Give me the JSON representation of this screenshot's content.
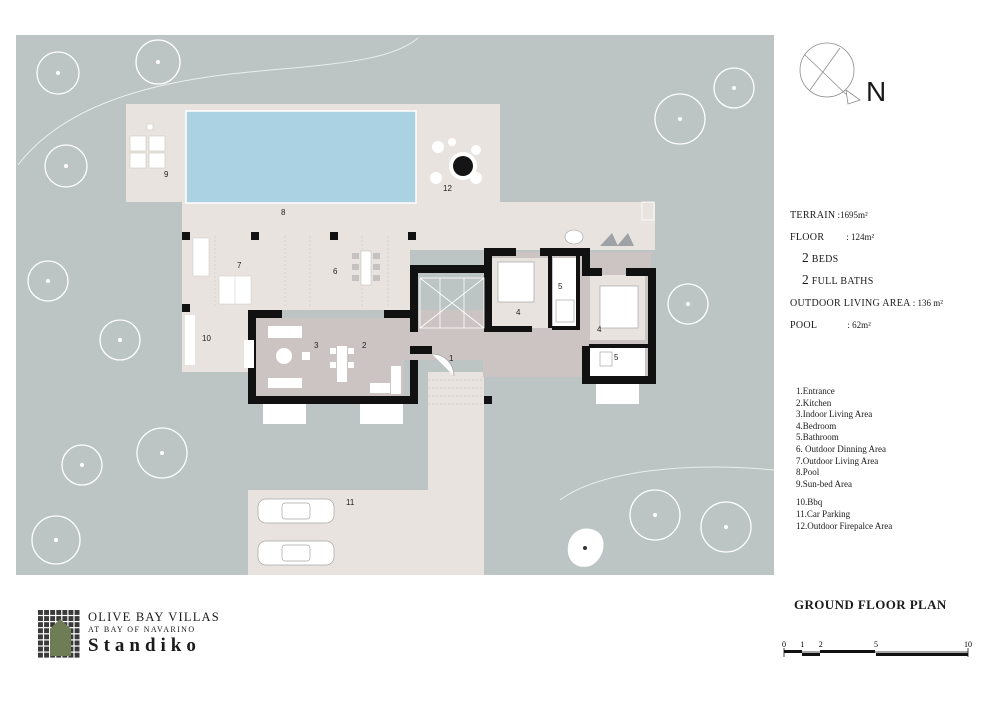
{
  "title": "GROUND FLOOR PLAN",
  "north_label": "N",
  "stats": {
    "terrain": {
      "label": "Terrain",
      "value": ":1695m²"
    },
    "floor": {
      "label": "Floor",
      "value": ": 124m²"
    },
    "beds": {
      "number": "2",
      "label": "beds"
    },
    "baths": {
      "number": "2",
      "label": "full baths"
    },
    "outdoor": {
      "label": "Outdoor living area",
      "value": ": 136 m²"
    },
    "pool": {
      "label": "Pool",
      "value": ": 62m²"
    }
  },
  "legend": [
    "1.Entrance",
    "2.Kitchen",
    "3.Indoor Living Area",
    "4.Bedroom",
    "5.Bathroom",
    "6. Outdoor Dinning Area",
    "7.Outdoor Living Area",
    "8.Pool",
    "9.Sun-bed  Area",
    "10.Bbq",
    "11.Car Parking",
    "12.Outdoor Firepalce Area"
  ],
  "plan_numbers": {
    "entrance": "1",
    "kitchen": "2",
    "living": "3",
    "bedroom_a": "4",
    "bedroom_b": "4",
    "bath_a": "5",
    "bath_b": "5",
    "dining": "6",
    "outdoor_living": "7",
    "pool": "8",
    "sunbed": "9",
    "bbq": "10",
    "parking": "11",
    "fireplace": "12"
  },
  "scale": {
    "ticks": [
      "0",
      "1",
      "2",
      "5",
      "10"
    ],
    "tick_values": [
      0,
      1,
      2,
      5,
      10
    ]
  },
  "logo": {
    "line1": "OLIVE BAY VILLAS",
    "line2": "AT BAY OF NAVARINO",
    "line3": "Standiko"
  },
  "colors": {
    "terrain": "#bcc5c3",
    "terrace": "#e9e3df",
    "pool": "#aad2e2",
    "interior": "#ccc4c3",
    "walls": "#111111",
    "logo_accent": "#6e7d55"
  }
}
